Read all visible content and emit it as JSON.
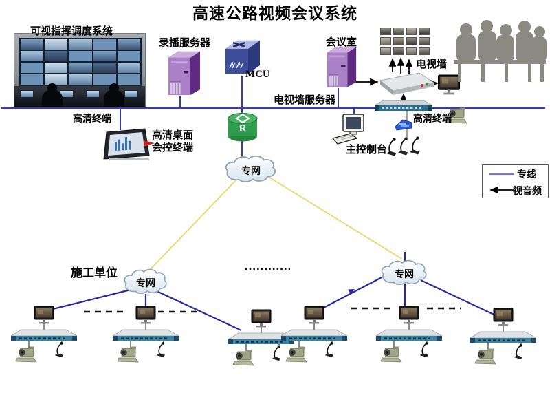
{
  "title": "高速公路视频会议系统",
  "headquarters": {
    "control_room_label": "可视指挥调度系统",
    "hd_terminal_left_label": "高清终端",
    "recording_server_label": "录播服务器",
    "mcu_label": "MCU",
    "meeting_room_label": "会议室",
    "tv_wall_label": "电视墙",
    "tv_wall_server_label": "电视墙服务器",
    "hd_desktop_terminal_label_line1": "高清桌面",
    "hd_desktop_terminal_label_line2": "会控终端",
    "main_console_label": "主控制台",
    "hd_terminal_right_label": "高清终端",
    "router_letter": "R"
  },
  "network": {
    "core_cloud_label": "专网",
    "branch_left_cloud_label": "专网",
    "branch_right_cloud_label": "专网",
    "construction_unit_label": "施工单位"
  },
  "legend": {
    "dedicated_line_label": "专线",
    "av_label": "视音频"
  },
  "colors": {
    "bus_line_blue": "#3a3ab0",
    "branch_line_blue": "#2a2aa0",
    "trunk_line_yellow": "#e6d96a",
    "router_green": "#2f9d4e",
    "server_purple": "#aa80c6",
    "switch_teal": "#3c80a2",
    "silhouette_grey": "#8a8a82"
  }
}
